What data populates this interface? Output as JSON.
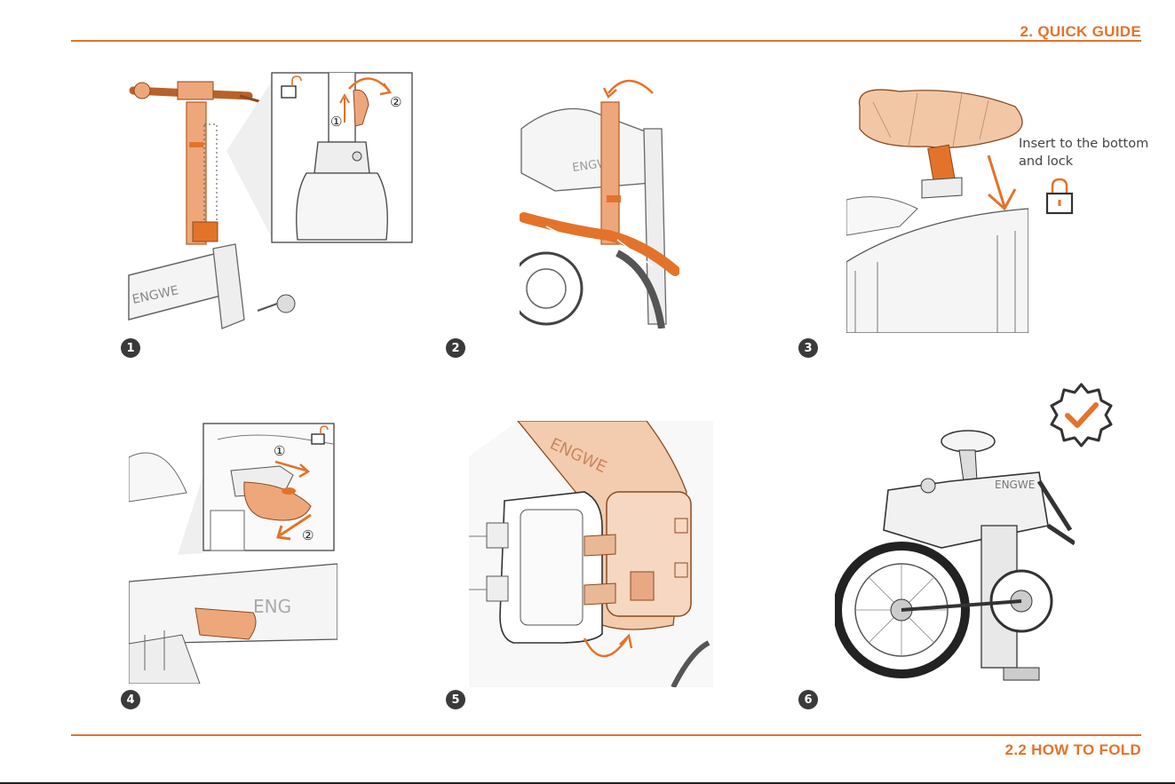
{
  "header": {
    "title": "2. QUICK GUIDE"
  },
  "footer": {
    "title": "2.2 HOW TO FOLD"
  },
  "steps": [
    {
      "number": "1"
    },
    {
      "number": "2"
    },
    {
      "number": "3"
    },
    {
      "number": "4"
    },
    {
      "number": "5"
    },
    {
      "number": "6"
    }
  ],
  "step3": {
    "note_line1": "Insert to the bottom",
    "note_line2": "and lock"
  },
  "callouts": {
    "one": "①",
    "two": "②"
  },
  "colors": {
    "accent": "#e3732a",
    "badge": "#3a3a3a",
    "line": "#555555",
    "orange_fill": "#eea77a"
  },
  "icons": [
    "unlock-icon",
    "lock-icon",
    "verified-check-badge-icon",
    "rotate-arrow-icon",
    "direction-arrow-icon"
  ]
}
